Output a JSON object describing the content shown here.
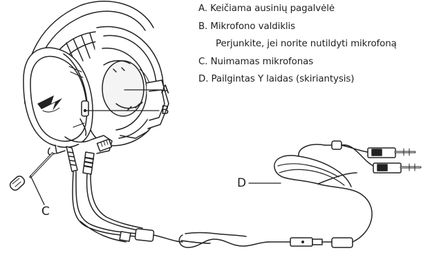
{
  "legend": {
    "items": [
      "A. Keičiama ausinių pagalvėlė",
      "B. Mikrofono valdiklis",
      "Perjunkite, jei norite nutildyti mikrofoną",
      "C. Nuimamas mikrofonas",
      "D. Pailgintas Y laidas (skiriantysis)"
    ]
  },
  "callouts": {
    "a": "A",
    "b": "B",
    "c": "C",
    "d": "D"
  }
}
